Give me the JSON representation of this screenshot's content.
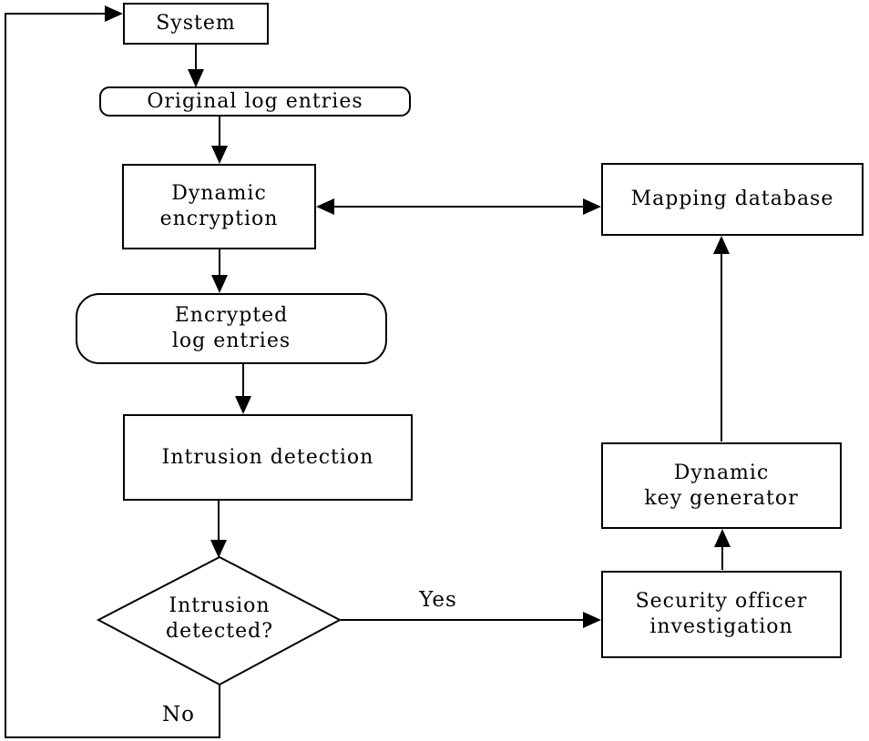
{
  "diagram": {
    "background": "#ffffff",
    "stroke_color": "#000000",
    "nodes": {
      "system": {
        "label": "System",
        "shape": "rect"
      },
      "original_log_entries": {
        "label": "Original log entries",
        "shape": "rounded"
      },
      "dynamic_encryption": {
        "label": "Dynamic\nencryption",
        "shape": "rect"
      },
      "mapping_database": {
        "label": "Mapping database",
        "shape": "rect"
      },
      "encrypted_log_entries": {
        "label": "Encrypted\nlog entries",
        "shape": "rounded"
      },
      "intrusion_detection": {
        "label": "Intrusion detection",
        "shape": "rect"
      },
      "intrusion_detected": {
        "label": "Intrusion\ndetected?",
        "shape": "diamond"
      },
      "dynamic_key_generator": {
        "label": "Dynamic\nkey generator",
        "shape": "rect"
      },
      "security_officer_investigation": {
        "label": "Security officer\ninvestigation",
        "shape": "rect"
      }
    },
    "edge_labels": {
      "yes": "Yes",
      "no": "No"
    },
    "edges": [
      {
        "from": "system",
        "to": "original_log_entries",
        "type": "arrow"
      },
      {
        "from": "original_log_entries",
        "to": "dynamic_encryption",
        "type": "arrow"
      },
      {
        "from": "dynamic_encryption",
        "to": "mapping_database",
        "type": "double-arrow"
      },
      {
        "from": "dynamic_encryption",
        "to": "encrypted_log_entries",
        "type": "arrow"
      },
      {
        "from": "encrypted_log_entries",
        "to": "intrusion_detection",
        "type": "arrow"
      },
      {
        "from": "intrusion_detection",
        "to": "intrusion_detected",
        "type": "arrow"
      },
      {
        "from": "intrusion_detected",
        "to": "security_officer_investigation",
        "type": "arrow",
        "label": "Yes"
      },
      {
        "from": "intrusion_detected",
        "to": "system",
        "type": "arrow",
        "label": "No"
      },
      {
        "from": "security_officer_investigation",
        "to": "dynamic_key_generator",
        "type": "arrow"
      },
      {
        "from": "dynamic_key_generator",
        "to": "mapping_database",
        "type": "arrow"
      }
    ]
  }
}
